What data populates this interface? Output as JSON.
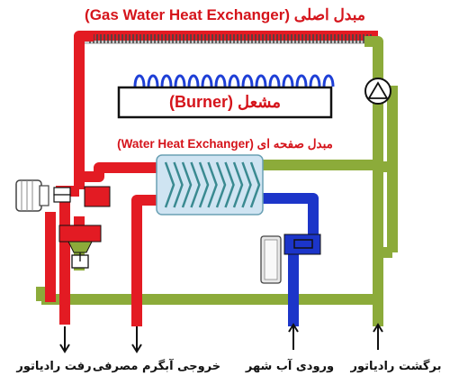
{
  "labels": {
    "gas_heat_exchanger": "مبدل اصلی (Gas Water Heat Exchanger)",
    "burner": "مشعل (Burner)",
    "water_heat_exchanger": "مبدل صفحه ای (Water Heat Exchanger)",
    "outlets": {
      "radiator_supply": "رفت رادیاتور",
      "hot_water_outlet": "خروجی آبگرم مصرفی",
      "city_water_inlet": "ورودی آب شهر",
      "radiator_return": "برگشت رادیاتور"
    }
  },
  "colors": {
    "hot_pipe": "#e31b23",
    "return_pipe": "#8cab3a",
    "cold_pipe": "#1c35c9",
    "flame": "#1e3fd6",
    "exchanger_fill": "#cfe4f2",
    "exchanger_chevron": "#3a8a91",
    "label_red": "#d5141b"
  },
  "icons": {
    "pump": "pump-circle-icon",
    "flames": "burner-flame-icon"
  }
}
